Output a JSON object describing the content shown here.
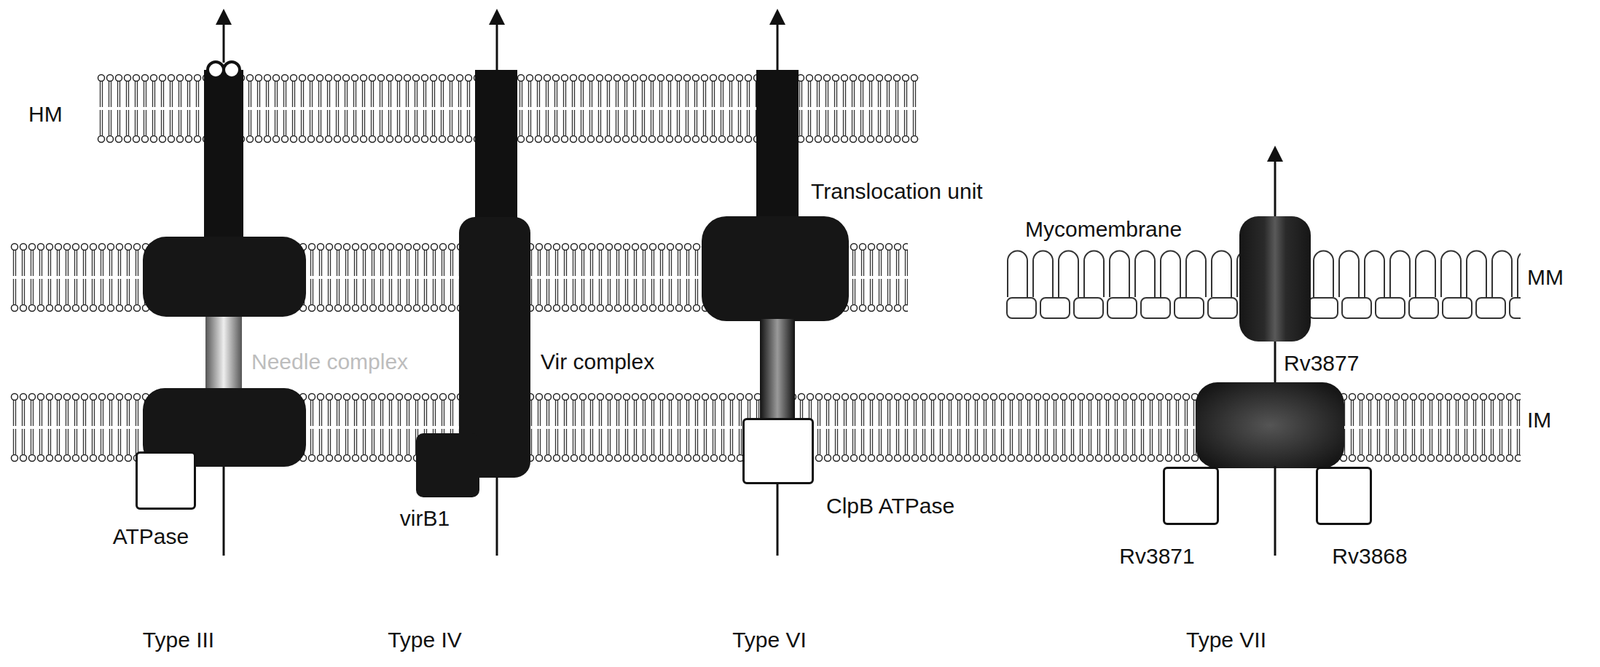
{
  "diagram": {
    "nodes": [
      {
        "text": [
          "ATPase"
        ]
      },
      {
        "text": [
          "virB1"
        ]
      },
      {
        "text": [
          "ClpB ATPase"
        ]
      },
      {
        "text": [
          "Rv3877"
        ]
      },
      {
        "text": [
          "Rv3871"
        ]
      },
      {
        "text": [
          "Rv3868"
        ]
      }
    ],
    "labels": [
      "HM",
      "Translocation unit",
      "Mycomembrane",
      "MM",
      "Needle complex",
      "Vir complex",
      "IM",
      "Type III",
      "Type IV",
      "Type VI",
      "Type VII"
    ]
  }
}
